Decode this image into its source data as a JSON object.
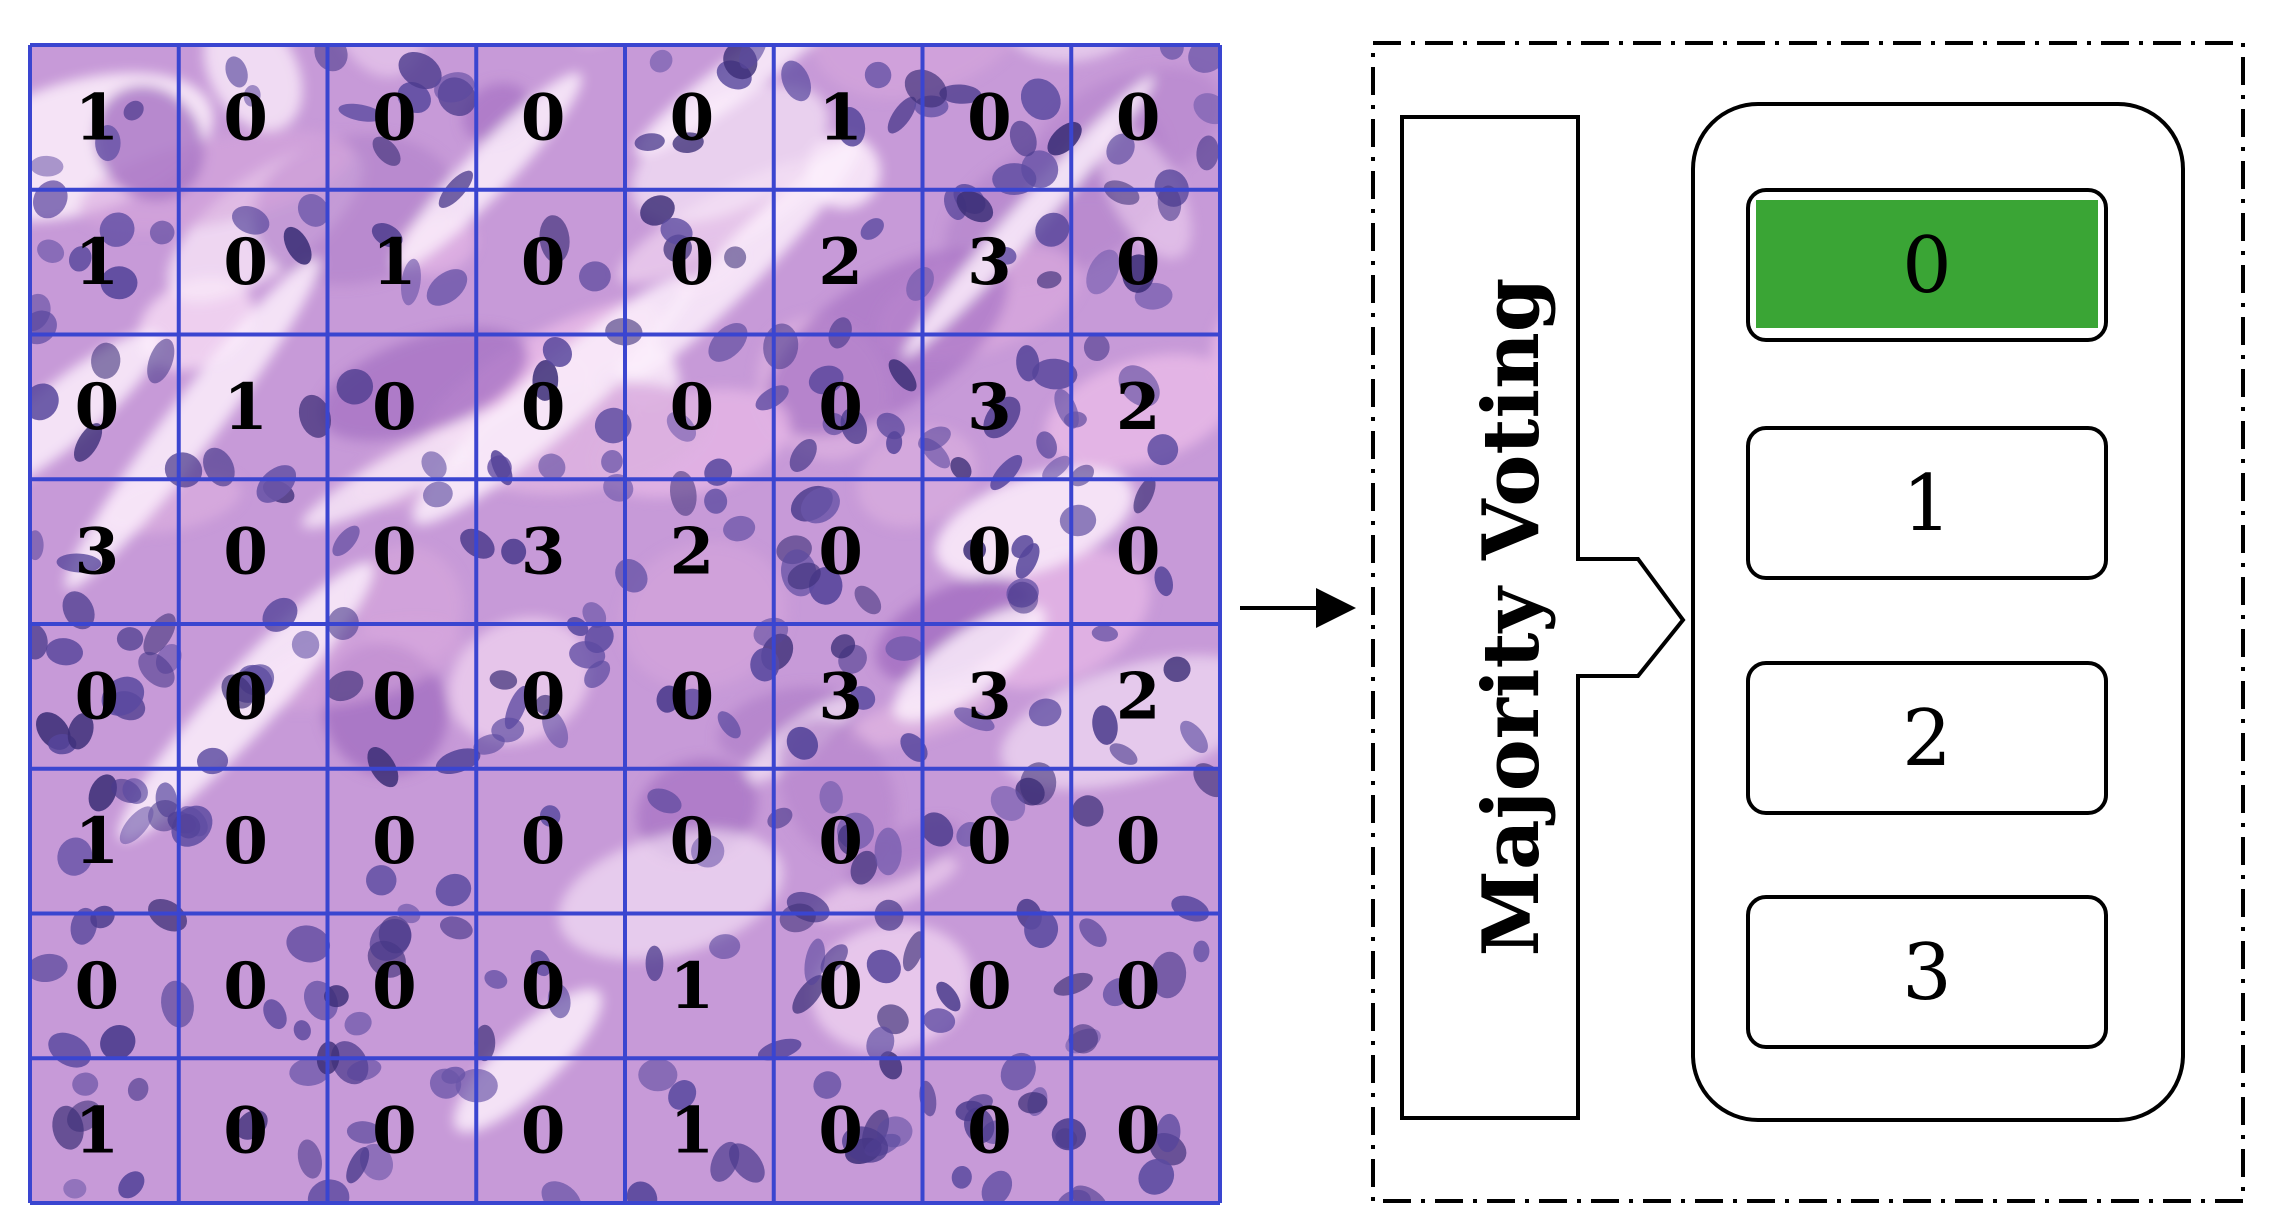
{
  "grid": {
    "rows": [
      [
        "1",
        "0",
        "0",
        "0",
        "0",
        "1",
        "0",
        "0"
      ],
      [
        "1",
        "0",
        "1",
        "0",
        "0",
        "2",
        "3",
        "0"
      ],
      [
        "0",
        "1",
        "0",
        "0",
        "0",
        "0",
        "3",
        "2"
      ],
      [
        "3",
        "0",
        "0",
        "3",
        "2",
        "0",
        "0",
        "0"
      ],
      [
        "0",
        "0",
        "0",
        "0",
        "0",
        "3",
        "3",
        "2"
      ],
      [
        "1",
        "0",
        "0",
        "0",
        "0",
        "0",
        "0",
        "0"
      ],
      [
        "0",
        "0",
        "0",
        "0",
        "1",
        "0",
        "0",
        "0"
      ],
      [
        "1",
        "0",
        "0",
        "0",
        "1",
        "0",
        "0",
        "0"
      ]
    ],
    "grid_color": "#3a45d0"
  },
  "voting": {
    "label": "Majority Voting"
  },
  "classes": {
    "items": [
      {
        "label": "0",
        "selected": true
      },
      {
        "label": "1",
        "selected": false
      },
      {
        "label": "2",
        "selected": false
      },
      {
        "label": "3",
        "selected": false
      }
    ],
    "selected_color": "#3aa535"
  }
}
